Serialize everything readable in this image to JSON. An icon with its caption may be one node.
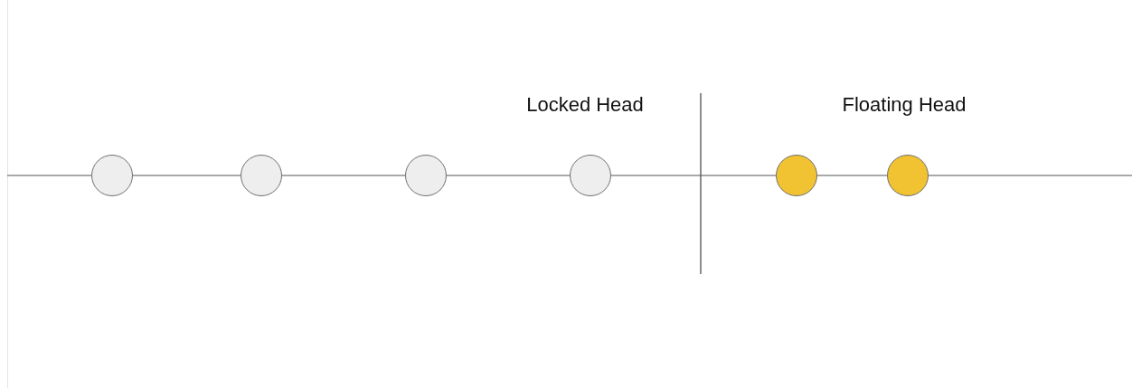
{
  "diagram": {
    "nodes": [
      {
        "text": [],
        "shape": "circle"
      },
      {
        "text": [],
        "shape": "circle"
      },
      {
        "text": [],
        "shape": "circle"
      },
      {
        "text": [],
        "shape": "circle"
      },
      {
        "text": [],
        "shape": "circle"
      },
      {
        "text": [],
        "shape": "circle"
      }
    ],
    "edges": [
      {
        "from": null,
        "to": 0,
        "arrow": "none"
      },
      {
        "from": 0,
        "to": 1,
        "arrow": "none"
      },
      {
        "from": 1,
        "to": 2,
        "arrow": "none"
      },
      {
        "from": 2,
        "to": 3,
        "arrow": "none"
      },
      {
        "from": 3,
        "to": 4,
        "arrow": "none"
      },
      {
        "from": 4,
        "to": 5,
        "arrow": "none"
      },
      {
        "from": 5,
        "to": null,
        "arrow": "none"
      }
    ],
    "labels": [
      "Locked Head",
      "Floating Head"
    ]
  }
}
